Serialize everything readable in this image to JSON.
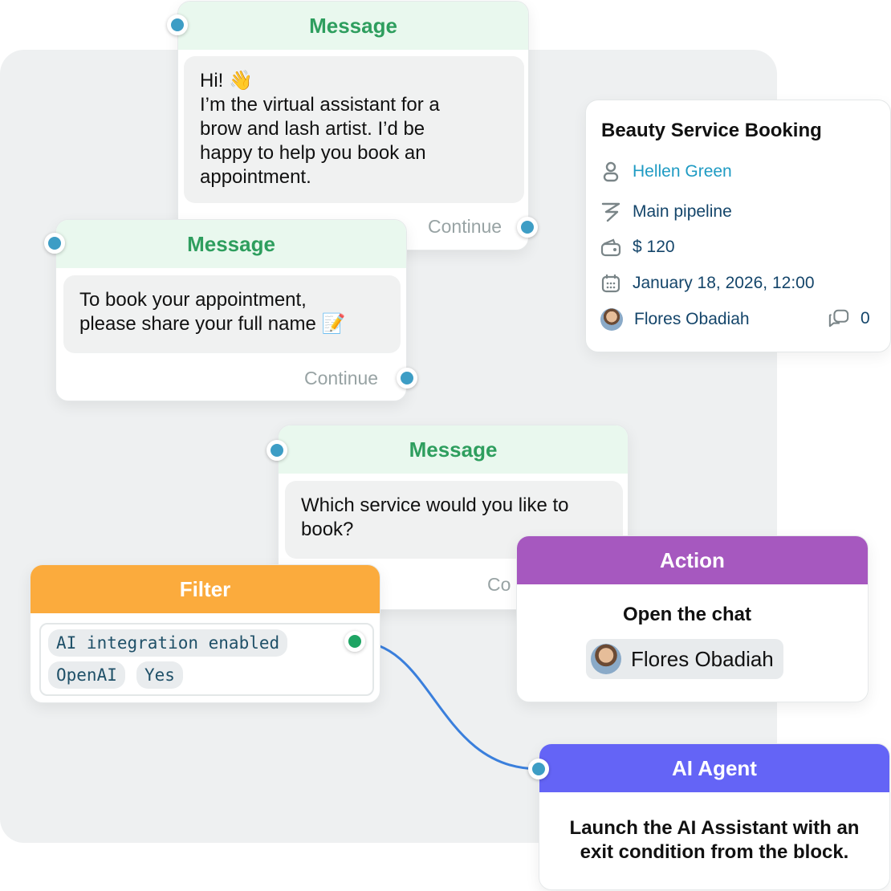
{
  "message_header": "Message",
  "continue_label": "Continue",
  "continue_label_partial": "Co",
  "messages": [
    {
      "text": "Hi! 👋\nI’m the virtual assistant for a\nbrow and lash artist. I’d be\nhappy to help you book an\nappointment."
    },
    {
      "text": "To book your appointment,\nplease share your full name 📝"
    },
    {
      "text": "Which service would you like to\nbook?"
    }
  ],
  "booking": {
    "title": "Beauty Service Booking",
    "client": "Hellen Green",
    "pipeline": "Main pipeline",
    "amount": "$ 120",
    "date": "January 18, 2026, 12:00",
    "manager": "Flores Obadiah",
    "comments": "0"
  },
  "filter": {
    "header": "Filter",
    "tags": [
      "AI integration enabled",
      "OpenAI",
      "Yes"
    ]
  },
  "action": {
    "header": "Action",
    "title": "Open the chat",
    "person": "Flores Obadiah"
  },
  "agent": {
    "header": "AI Agent",
    "text": "Launch the AI Assistant with an\nexit condition from the block."
  },
  "colors": {
    "message_accent": "#2e9e5e",
    "filter_accent": "#fbab3d",
    "action_accent": "#a658bf",
    "agent_accent": "#6464f6",
    "port": "#3d9dc5",
    "connector": "#3a7fdc"
  },
  "icons": [
    "user-icon",
    "pipeline-icon",
    "wallet-icon",
    "calendar-icon",
    "comment-icon"
  ]
}
